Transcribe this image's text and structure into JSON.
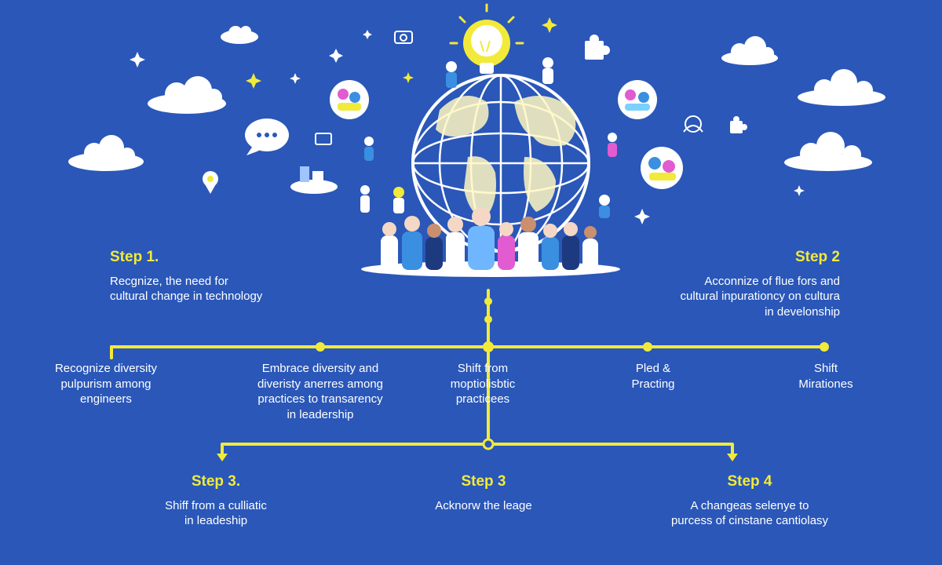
{
  "colors": {
    "background": "#2a57b8",
    "connector": "#f2ea3a",
    "heading": "#f2ea3a",
    "text": "#ffffff",
    "cloud": "#ffffff"
  },
  "steps_top": [
    {
      "title": "Step 1.",
      "lines": [
        "Recgnize, the need for",
        "cultural change in technology"
      ]
    },
    {
      "title": "Step 2",
      "lines": [
        "Acconnize of flue fors and",
        "cultural inpurationcy on cultura",
        "in develonship"
      ]
    }
  ],
  "timeline_items": [
    {
      "lines": [
        "Recognize diversity",
        "pulpurism among",
        "engineers"
      ]
    },
    {
      "lines": [
        "Embrace diversity and",
        "diveristy anerres among",
        "practices to transarency",
        "in leadership"
      ]
    },
    {
      "lines": [
        "Shift from",
        "moptiolisbtic",
        "practicees"
      ]
    },
    {
      "lines": [
        "Pled &",
        "Practing"
      ]
    },
    {
      "lines": [
        "Shift",
        "Mirationes"
      ]
    }
  ],
  "steps_bottom": [
    {
      "title": "Step 3.",
      "lines": [
        "Shiff from a culliatic",
        "in leadeship"
      ]
    },
    {
      "title": "Step 3",
      "lines": [
        "Acknorw the leage"
      ]
    },
    {
      "title": "Step 4",
      "lines": [
        "A changeas selenye to",
        "purcess of cinstane cantiolasy"
      ]
    }
  ],
  "icons": [
    "globe-icon",
    "crowd-illustration",
    "lightbulb-icon",
    "puzzle-icon",
    "chat-bubble-icon",
    "location-pin-icon",
    "camera-icon",
    "sparkle-icon",
    "cloud-icon",
    "team-badge-icon"
  ]
}
